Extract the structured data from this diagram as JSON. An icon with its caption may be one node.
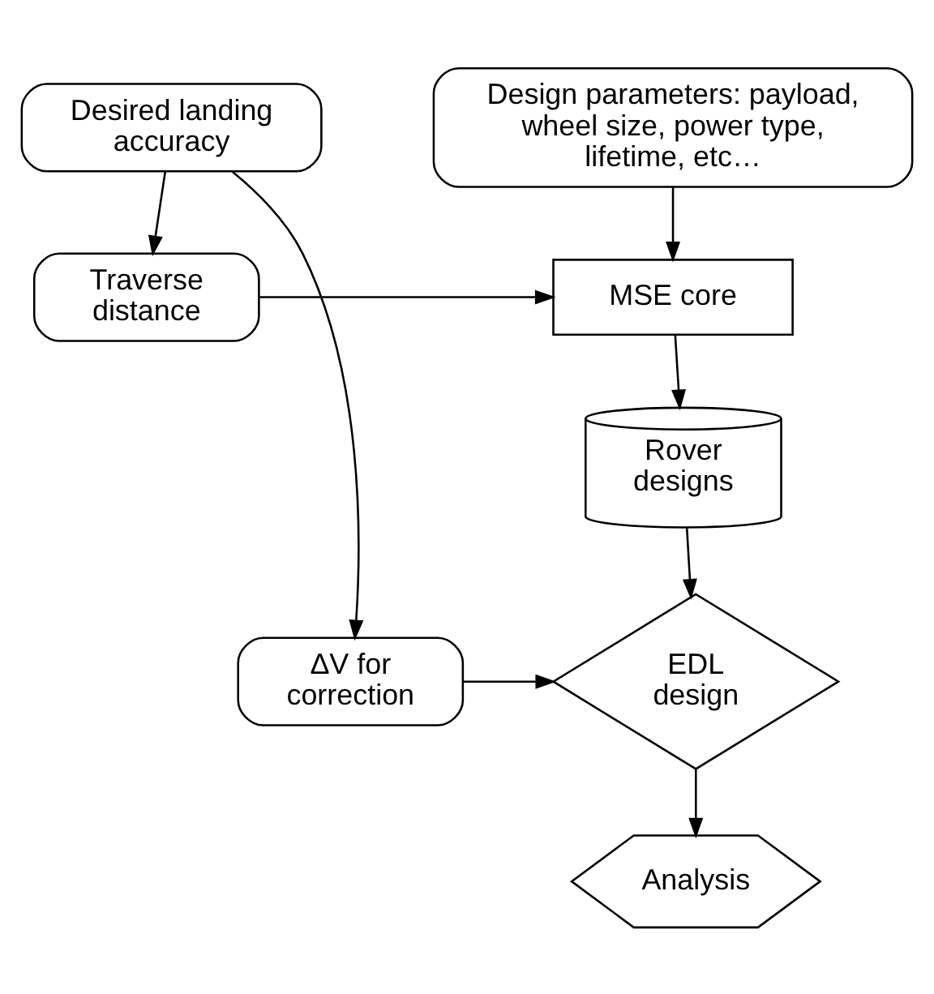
{
  "diagram": {
    "nodes": [
      {
        "text": [
          "Desired landing accuracy"
        ]
      },
      {
        "text": [
          "Design parameters: payload, wheel size, power type, lifetime, etc…"
        ]
      },
      {
        "text": [
          "Traverse distance"
        ]
      },
      {
        "text": [
          "MSE core"
        ]
      },
      {
        "text": [
          "Rover designs"
        ]
      },
      {
        "text": [
          "ΔV for correction"
        ]
      },
      {
        "text": [
          "EDL design"
        ]
      },
      {
        "text": [
          "Analysis"
        ]
      }
    ],
    "edges": [
      {
        "from": 0,
        "to": 2,
        "arrow": "to"
      },
      {
        "from": 0,
        "to": 5,
        "arrow": "to"
      },
      {
        "from": 2,
        "to": 3,
        "arrow": "to"
      },
      {
        "from": 1,
        "to": 3,
        "arrow": "to"
      },
      {
        "from": 3,
        "to": 4,
        "arrow": "to"
      },
      {
        "from": 4,
        "to": 6,
        "arrow": "to"
      },
      {
        "from": 5,
        "to": 6,
        "arrow": "to"
      },
      {
        "from": 6,
        "to": 7,
        "arrow": "to"
      }
    ]
  }
}
